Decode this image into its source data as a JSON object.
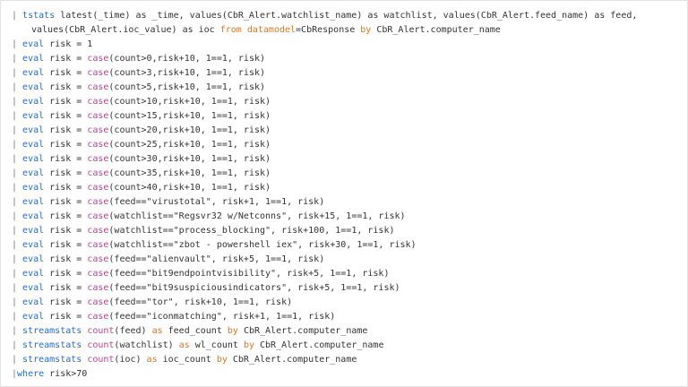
{
  "editor": {
    "lines": [
      {
        "id": "l01",
        "wrap": true,
        "tokens": [
          {
            "t": "pipe",
            "v": "| "
          },
          {
            "t": "kw",
            "v": "tstats"
          },
          {
            "t": "plain",
            "v": " latest(_time) as _time, values(CbR_Alert.watchlist_name) as watchlist, values(CbR_Alert.feed_name) as feed, values(CbR_Alert.ioc_value) as ioc "
          },
          {
            "t": "op",
            "v": "from"
          },
          {
            "t": "plain",
            "v": " "
          },
          {
            "t": "op",
            "v": "datamodel"
          },
          {
            "t": "plain",
            "v": "=CbResponse "
          },
          {
            "t": "op",
            "v": "by"
          },
          {
            "t": "plain",
            "v": " CbR_Alert.computer_name"
          }
        ]
      },
      {
        "id": "l02",
        "tokens": [
          {
            "t": "pipe",
            "v": "| "
          },
          {
            "t": "kw",
            "v": "eval"
          },
          {
            "t": "plain",
            "v": " risk = 1"
          }
        ]
      },
      {
        "id": "l03",
        "tokens": [
          {
            "t": "pipe",
            "v": "| "
          },
          {
            "t": "kw",
            "v": "eval"
          },
          {
            "t": "plain",
            "v": " risk = "
          },
          {
            "t": "fn",
            "v": "case"
          },
          {
            "t": "plain",
            "v": "(count>0,risk+10, 1==1, risk)"
          }
        ]
      },
      {
        "id": "l04",
        "tokens": [
          {
            "t": "pipe",
            "v": "| "
          },
          {
            "t": "kw",
            "v": "eval"
          },
          {
            "t": "plain",
            "v": " risk = "
          },
          {
            "t": "fn",
            "v": "case"
          },
          {
            "t": "plain",
            "v": "(count>3,risk+10, 1==1, risk)"
          }
        ]
      },
      {
        "id": "l05",
        "tokens": [
          {
            "t": "pipe",
            "v": "| "
          },
          {
            "t": "kw",
            "v": "eval"
          },
          {
            "t": "plain",
            "v": " risk = "
          },
          {
            "t": "fn",
            "v": "case"
          },
          {
            "t": "plain",
            "v": "(count>5,risk+10, 1==1, risk)"
          }
        ]
      },
      {
        "id": "l06",
        "tokens": [
          {
            "t": "pipe",
            "v": "| "
          },
          {
            "t": "kw",
            "v": "eval"
          },
          {
            "t": "plain",
            "v": " risk = "
          },
          {
            "t": "fn",
            "v": "case"
          },
          {
            "t": "plain",
            "v": "(count>10,risk+10, 1==1, risk)"
          }
        ]
      },
      {
        "id": "l07",
        "tokens": [
          {
            "t": "pipe",
            "v": "| "
          },
          {
            "t": "kw",
            "v": "eval"
          },
          {
            "t": "plain",
            "v": " risk = "
          },
          {
            "t": "fn",
            "v": "case"
          },
          {
            "t": "plain",
            "v": "(count>15,risk+10, 1==1, risk)"
          }
        ]
      },
      {
        "id": "l08",
        "tokens": [
          {
            "t": "pipe",
            "v": "| "
          },
          {
            "t": "kw",
            "v": "eval"
          },
          {
            "t": "plain",
            "v": " risk = "
          },
          {
            "t": "fn",
            "v": "case"
          },
          {
            "t": "plain",
            "v": "(count>20,risk+10, 1==1, risk)"
          }
        ]
      },
      {
        "id": "l09",
        "tokens": [
          {
            "t": "pipe",
            "v": "| "
          },
          {
            "t": "kw",
            "v": "eval"
          },
          {
            "t": "plain",
            "v": " risk = "
          },
          {
            "t": "fn",
            "v": "case"
          },
          {
            "t": "plain",
            "v": "(count>25,risk+10, 1==1, risk)"
          }
        ]
      },
      {
        "id": "l10",
        "tokens": [
          {
            "t": "pipe",
            "v": "| "
          },
          {
            "t": "kw",
            "v": "eval"
          },
          {
            "t": "plain",
            "v": " risk = "
          },
          {
            "t": "fn",
            "v": "case"
          },
          {
            "t": "plain",
            "v": "(count>30,risk+10, 1==1, risk)"
          }
        ]
      },
      {
        "id": "l11",
        "tokens": [
          {
            "t": "pipe",
            "v": "| "
          },
          {
            "t": "kw",
            "v": "eval"
          },
          {
            "t": "plain",
            "v": " risk = "
          },
          {
            "t": "fn",
            "v": "case"
          },
          {
            "t": "plain",
            "v": "(count>35,risk+10, 1==1, risk)"
          }
        ]
      },
      {
        "id": "l12",
        "tokens": [
          {
            "t": "pipe",
            "v": "| "
          },
          {
            "t": "kw",
            "v": "eval"
          },
          {
            "t": "plain",
            "v": " risk = "
          },
          {
            "t": "fn",
            "v": "case"
          },
          {
            "t": "plain",
            "v": "(count>40,risk+10, 1==1, risk)"
          }
        ]
      },
      {
        "id": "l13",
        "tokens": [
          {
            "t": "pipe",
            "v": "| "
          },
          {
            "t": "kw",
            "v": "eval"
          },
          {
            "t": "plain",
            "v": " risk = "
          },
          {
            "t": "fn",
            "v": "case"
          },
          {
            "t": "plain",
            "v": "(feed==\"virustotal\", risk+1, 1==1, risk)"
          }
        ]
      },
      {
        "id": "l14",
        "tokens": [
          {
            "t": "pipe",
            "v": "| "
          },
          {
            "t": "kw",
            "v": "eval"
          },
          {
            "t": "plain",
            "v": " risk = "
          },
          {
            "t": "fn",
            "v": "case"
          },
          {
            "t": "plain",
            "v": "(watchlist==\"Regsvr32 w/Netconns\", risk+15, 1==1, risk)"
          }
        ]
      },
      {
        "id": "l15",
        "tokens": [
          {
            "t": "pipe",
            "v": "| "
          },
          {
            "t": "kw",
            "v": "eval"
          },
          {
            "t": "plain",
            "v": " risk = "
          },
          {
            "t": "fn",
            "v": "case"
          },
          {
            "t": "plain",
            "v": "(watchlist==\"process_blocking\", risk+100, 1==1, risk)"
          }
        ]
      },
      {
        "id": "l16",
        "tokens": [
          {
            "t": "pipe",
            "v": "| "
          },
          {
            "t": "kw",
            "v": "eval"
          },
          {
            "t": "plain",
            "v": " risk = "
          },
          {
            "t": "fn",
            "v": "case"
          },
          {
            "t": "plain",
            "v": "(watchlist==\"zbot - powershell iex\", risk+30, 1==1, risk)"
          }
        ]
      },
      {
        "id": "l17",
        "tokens": [
          {
            "t": "pipe",
            "v": "| "
          },
          {
            "t": "kw",
            "v": "eval"
          },
          {
            "t": "plain",
            "v": " risk = "
          },
          {
            "t": "fn",
            "v": "case"
          },
          {
            "t": "plain",
            "v": "(feed==\"alienvault\", risk+5, 1==1, risk)"
          }
        ]
      },
      {
        "id": "l18",
        "tokens": [
          {
            "t": "pipe",
            "v": "| "
          },
          {
            "t": "kw",
            "v": "eval"
          },
          {
            "t": "plain",
            "v": " risk = "
          },
          {
            "t": "fn",
            "v": "case"
          },
          {
            "t": "plain",
            "v": "(feed==\"bit9endpointvisibility\", risk+5, 1==1, risk)"
          }
        ]
      },
      {
        "id": "l19",
        "tokens": [
          {
            "t": "pipe",
            "v": "| "
          },
          {
            "t": "kw",
            "v": "eval"
          },
          {
            "t": "plain",
            "v": " risk = "
          },
          {
            "t": "fn",
            "v": "case"
          },
          {
            "t": "plain",
            "v": "(feed==\"bit9suspiciousindicators\", risk+5, 1==1, risk)"
          }
        ]
      },
      {
        "id": "l20",
        "tokens": [
          {
            "t": "pipe",
            "v": "| "
          },
          {
            "t": "kw",
            "v": "eval"
          },
          {
            "t": "plain",
            "v": " risk = "
          },
          {
            "t": "fn",
            "v": "case"
          },
          {
            "t": "plain",
            "v": "(feed==\"tor\", risk+10, 1==1, risk)"
          }
        ]
      },
      {
        "id": "l21",
        "tokens": [
          {
            "t": "pipe",
            "v": "| "
          },
          {
            "t": "kw",
            "v": "eval"
          },
          {
            "t": "plain",
            "v": " risk = "
          },
          {
            "t": "fn",
            "v": "case"
          },
          {
            "t": "plain",
            "v": "(feed==\"iconmatching\", risk+1, 1==1, risk)"
          }
        ]
      },
      {
        "id": "l22",
        "tokens": [
          {
            "t": "pipe",
            "v": "| "
          },
          {
            "t": "kw",
            "v": "streamstats"
          },
          {
            "t": "plain",
            "v": " "
          },
          {
            "t": "fn",
            "v": "count"
          },
          {
            "t": "plain",
            "v": "(feed) "
          },
          {
            "t": "op",
            "v": "as"
          },
          {
            "t": "plain",
            "v": " feed_count "
          },
          {
            "t": "op",
            "v": "by"
          },
          {
            "t": "plain",
            "v": " CbR_Alert.computer_name"
          }
        ]
      },
      {
        "id": "l23",
        "tokens": [
          {
            "t": "pipe",
            "v": "| "
          },
          {
            "t": "kw",
            "v": "streamstats"
          },
          {
            "t": "plain",
            "v": " "
          },
          {
            "t": "fn",
            "v": "count"
          },
          {
            "t": "plain",
            "v": "(watchlist) "
          },
          {
            "t": "op",
            "v": "as"
          },
          {
            "t": "plain",
            "v": " wl_count "
          },
          {
            "t": "op",
            "v": "by"
          },
          {
            "t": "plain",
            "v": " CbR_Alert.computer_name"
          }
        ]
      },
      {
        "id": "l24",
        "tokens": [
          {
            "t": "pipe",
            "v": "| "
          },
          {
            "t": "kw",
            "v": "streamstats"
          },
          {
            "t": "plain",
            "v": " "
          },
          {
            "t": "fn",
            "v": "count"
          },
          {
            "t": "plain",
            "v": "(ioc) "
          },
          {
            "t": "op",
            "v": "as"
          },
          {
            "t": "plain",
            "v": " ioc_count "
          },
          {
            "t": "op",
            "v": "by"
          },
          {
            "t": "plain",
            "v": " CbR_Alert.computer_name"
          }
        ]
      },
      {
        "id": "l25",
        "tokens": [
          {
            "t": "pipe",
            "v": "|"
          },
          {
            "t": "kw",
            "v": "where"
          },
          {
            "t": "plain",
            "v": " risk>70"
          }
        ]
      }
    ]
  }
}
